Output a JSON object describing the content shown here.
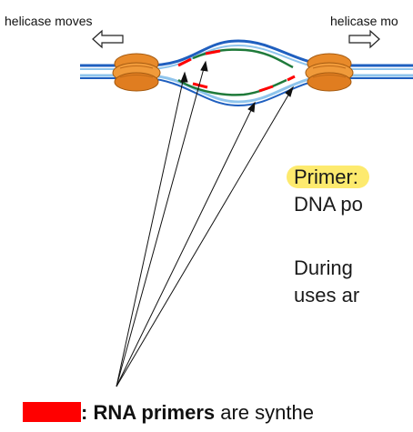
{
  "labels": {
    "left_helicase": "helicase moves",
    "right_helicase": "helicase mo"
  },
  "text_block": {
    "term": "Primer:",
    "line1": "DNA po",
    "line2": "During",
    "line3": "uses ar"
  },
  "caption": {
    "legend_marker": ":",
    "bold": "RNA primers",
    "rest": " are synthe"
  },
  "colors": {
    "dna_strand": "#1f5fbf",
    "dna_strand_light": "#8ec4ec",
    "new_strand": "#1f7a3a",
    "primer": "#ff0000",
    "helicase": "#e88a2a",
    "highlight": "#fdea6e"
  }
}
